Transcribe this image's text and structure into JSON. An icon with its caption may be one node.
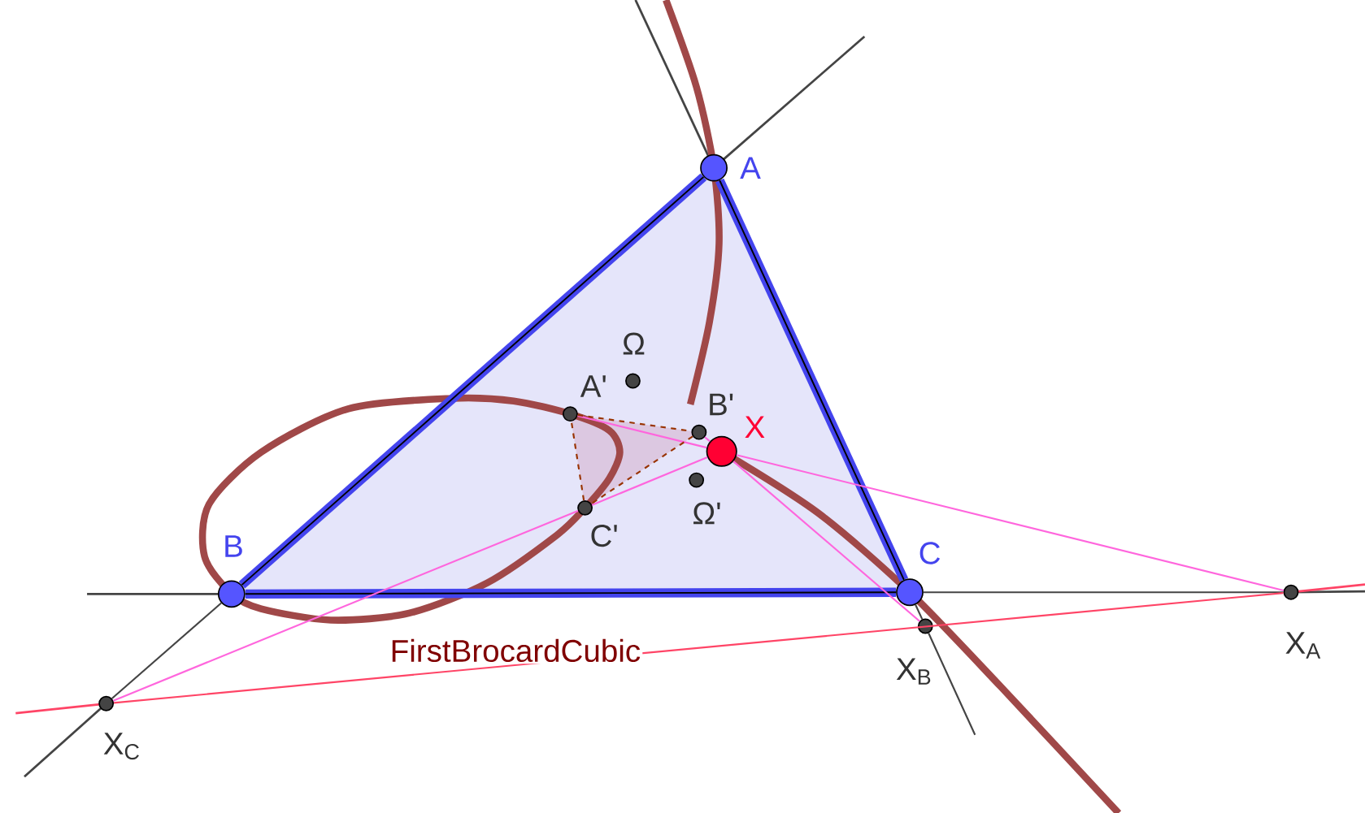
{
  "diagram": {
    "nodes": [
      {
        "text": [],
        "shape": "circle",
        "beside": [
          "A"
        ]
      },
      {
        "text": [],
        "shape": "circle",
        "beside": [
          "B"
        ]
      },
      {
        "text": [],
        "shape": "circle",
        "beside": [
          "C"
        ]
      },
      {
        "text": [],
        "shape": "circle",
        "beside": [
          "X"
        ]
      },
      {
        "text": [],
        "shape": "circle",
        "beside": [
          "Ω"
        ]
      },
      {
        "text": [],
        "shape": "circle",
        "beside": [
          "A'"
        ]
      },
      {
        "text": [],
        "shape": "circle",
        "beside": [
          "B'"
        ]
      },
      {
        "text": [],
        "shape": "circle",
        "beside": [
          "C'"
        ]
      },
      {
        "text": [],
        "shape": "circle",
        "beside": [
          "Ω'"
        ]
      },
      {
        "text": [],
        "shape": "circle",
        "beside": [
          "X$_{A}$"
        ]
      },
      {
        "text": [],
        "shape": "circle",
        "beside": [
          "X$_{B}$"
        ]
      },
      {
        "text": [],
        "shape": "circle",
        "beside": [
          "X$_{C}$"
        ]
      }
    ],
    "edges": [
      {
        "from": 1,
        "to": 0,
        "arrow": "none",
        "style": "thick",
        "color": "#4444ee"
      },
      {
        "from": 0,
        "to": 2,
        "arrow": "none",
        "style": "thick",
        "color": "#4444ee"
      },
      {
        "from": 1,
        "to": 2,
        "arrow": "none",
        "style": "thick",
        "color": "#4444ee"
      },
      {
        "from": 11,
        "to": 1,
        "arrow": "none",
        "color": "#444444"
      },
      {
        "from": 2,
        "to": 10,
        "arrow": "none",
        "color": "#444444"
      },
      {
        "from": 2,
        "to": 9,
        "arrow": "none",
        "color": "#444444"
      },
      {
        "from": 5,
        "to": 3,
        "arrow": "none",
        "color": "#ff66dd"
      },
      {
        "from": 3,
        "to": 9,
        "arrow": "none",
        "color": "#ff66dd"
      },
      {
        "from": 6,
        "to": 3,
        "arrow": "none",
        "color": "#ff66dd"
      },
      {
        "from": 3,
        "to": 10,
        "arrow": "none",
        "color": "#ff66dd"
      },
      {
        "from": 7,
        "to": 11,
        "arrow": "none",
        "color": "#ff66dd"
      },
      {
        "from": 7,
        "to": 3,
        "arrow": "none",
        "color": "#ff66dd"
      },
      {
        "from": 11,
        "to": 9,
        "arrow": "none",
        "color": "#ff4466"
      },
      {
        "from": 5,
        "to": 6,
        "arrow": "none",
        "style": "dashed",
        "color": "#993300"
      },
      {
        "from": 6,
        "to": 7,
        "arrow": "none",
        "style": "dashed",
        "color": "#993300"
      },
      {
        "from": 7,
        "to": 5,
        "arrow": "none",
        "style": "dashed",
        "color": "#993300"
      },
      {
        "from": 10,
        "to": null,
        "arrow": "none",
        "color": "#444444"
      }
    ],
    "labels": [
      "FirstBrocardCubic"
    ]
  }
}
